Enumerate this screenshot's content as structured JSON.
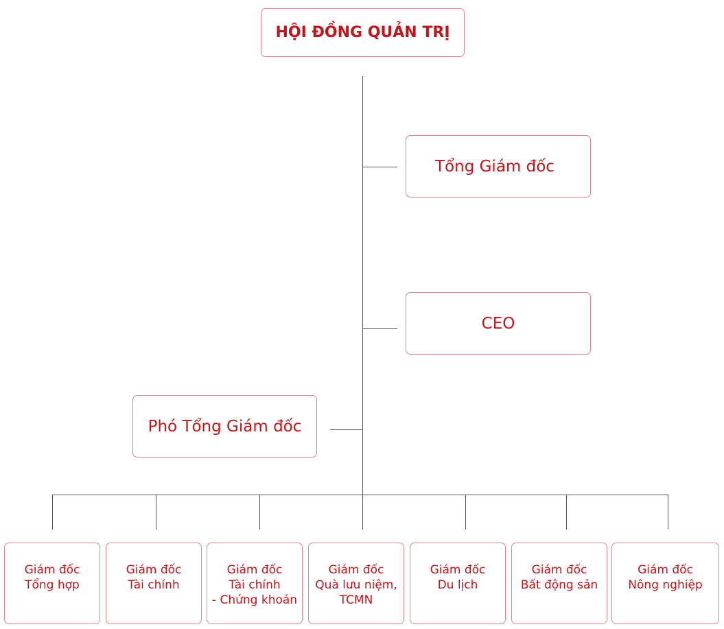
{
  "board": {
    "label": "HỘI ĐỒNG QUẢN TRỊ"
  },
  "executives": {
    "general_director": "Tổng Giám đốc",
    "ceo": "CEO",
    "deputy_general_director": "Phó Tổng Giám đốc"
  },
  "departments": [
    {
      "label": "Giám đốc\nTổng hợp"
    },
    {
      "label": "Giám đốc\nTài chính"
    },
    {
      "label": "Giám đốc\nTài chính\n- Chứng khoán"
    },
    {
      "label": "Giám đốc\nQuà lưu niệm,\nTCMN"
    },
    {
      "label": "Giám đốc\nDu lịch"
    },
    {
      "label": "Giám đốc\nBất động sản"
    },
    {
      "label": "Giám đốc\nNông nghiệp"
    }
  ],
  "colors": {
    "text": "#c0161b",
    "border": "#d9878a",
    "connector": "#555555"
  }
}
